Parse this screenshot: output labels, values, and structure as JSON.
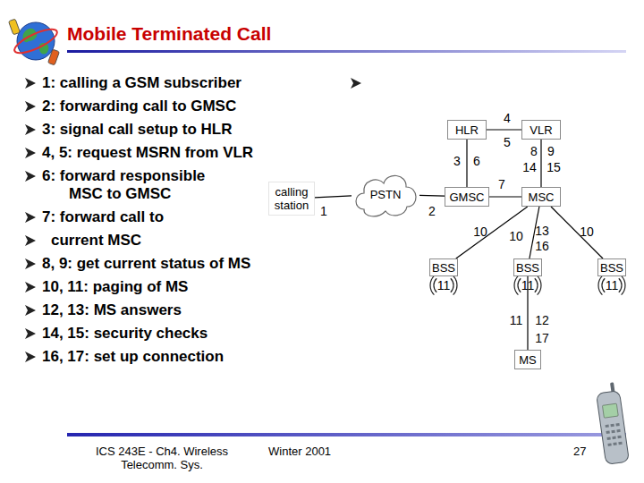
{
  "diagram": {
    "title": "Mobile Terminated Call",
    "nodes": [
      {
        "text": [
          "calling station"
        ]
      },
      {
        "text": [
          "PSTN"
        ]
      },
      {
        "text": [
          "HLR"
        ]
      },
      {
        "text": [
          "VLR"
        ]
      },
      {
        "text": [
          "GMSC"
        ]
      },
      {
        "text": [
          "MSC"
        ]
      },
      {
        "text": [
          "BSS"
        ]
      },
      {
        "text": [
          "BSS"
        ]
      },
      {
        "text": [
          "BSS"
        ]
      },
      {
        "text": [
          "MS"
        ]
      }
    ],
    "edges": [
      {
        "from": 0,
        "to": 1,
        "arrow": "none"
      },
      {
        "from": 1,
        "to": 4,
        "arrow": "none"
      },
      {
        "from": 4,
        "to": 2,
        "arrow": "none"
      },
      {
        "from": 2,
        "to": 3,
        "arrow": "none"
      },
      {
        "from": 4,
        "to": 5,
        "arrow": "none"
      },
      {
        "from": 3,
        "to": 5,
        "arrow": "none"
      },
      {
        "from": 5,
        "to": 6,
        "arrow": "none"
      },
      {
        "from": 5,
        "to": 7,
        "arrow": "none"
      },
      {
        "from": 5,
        "to": 8,
        "arrow": "none"
      },
      {
        "from": 7,
        "to": 9,
        "arrow": "none"
      }
    ],
    "labels": [
      "1: calling a GSM subscriber",
      "2: forwarding call to GMSC",
      "3: signal call setup to HLR",
      "4, 5: request MSRN from VLR",
      "6: forward responsible MSC to GMSC",
      "7: forward call to",
      "current MSC",
      "8, 9: get current status of MS",
      "10, 11: paging of MS",
      "12, 13: MS answers",
      "14, 15: security checks",
      "16, 17: set up connection",
      "1",
      "2",
      "3",
      "6",
      "4",
      "5",
      "8",
      "9",
      "14",
      "15",
      "7",
      "10",
      "10",
      "13",
      "16",
      "10",
      "11",
      "11",
      "11",
      "11",
      "12",
      "17",
      "ICS 243E - Ch4. Wireless Telecomm. Sys.",
      "Winter 2001",
      "27"
    ]
  }
}
